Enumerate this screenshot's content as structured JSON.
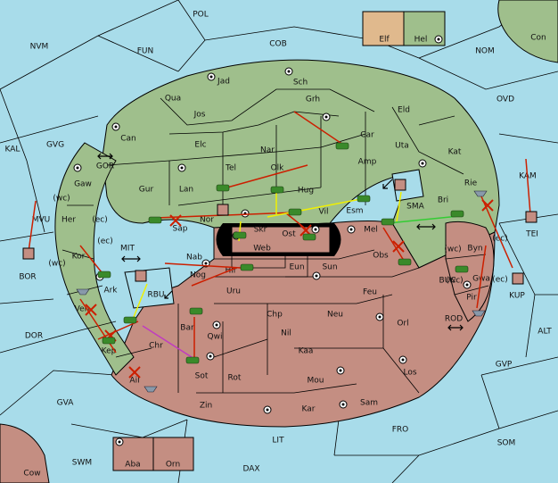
{
  "board": {
    "colors": {
      "sea": "#a8dcea",
      "elf": "#e0b98d",
      "hel": "#9fbf8c",
      "lowland": "#c48e82",
      "border": "#000000",
      "order_move": "#cc1f00",
      "order_support": "#f0f000",
      "order_convoy": "#c03cc0",
      "order_alt": "#33cc33"
    },
    "legend": [
      {
        "label": "Elf",
        "color": "#e0b98d"
      },
      {
        "label": "Hel",
        "color": "#9fbf8c"
      }
    ],
    "sea_labels": [
      "POL",
      "NVM",
      "FUN",
      "COB",
      "NOM",
      "Con",
      "OVD",
      "KAL",
      "GVG",
      "KAM",
      "MVU",
      "BOR",
      "TEI",
      "KUP",
      "BUC",
      "ALT",
      "DOR",
      "ROD",
      "GVP",
      "GVA",
      "LIT",
      "FRO",
      "SOM",
      "SWM",
      "DAX",
      "Cow",
      "MIT",
      "RBU",
      "GOR",
      "SMA"
    ],
    "hel_labels": [
      "Jad",
      "Sch",
      "Qua",
      "Grh",
      "Jos",
      "Eld",
      "Can",
      "Elc",
      "Car",
      "Nar",
      "Uta",
      "Amp",
      "Kat",
      "Tel",
      "Olk",
      "Gur",
      "Lan",
      "Hug",
      "Rie",
      "Gaw",
      "Bri",
      "Vil",
      "Esm",
      "Nor",
      "Her",
      "Sap",
      "Kor",
      "Ark",
      "Ven",
      "Chr",
      "Kep",
      "Mel"
    ],
    "elf_labels": [
      "Skr",
      "Web",
      "Ost",
      "Nab",
      "Eun",
      "Sun",
      "Obs",
      "Byn",
      "Gwa",
      "Pir",
      "Nog",
      "Hir",
      "Uru",
      "Feu",
      "Chp",
      "Neu",
      "Orl",
      "Bar",
      "Qwi",
      "Nil",
      "Kaa",
      "Sot",
      "Rot",
      "Mou",
      "Los",
      "Ail",
      "Zin",
      "Kar",
      "Sam",
      "Aba",
      "Orn"
    ],
    "coast_labels": [
      "(wc)",
      "(ec)",
      "(ec)",
      "(wc)",
      "(wc)",
      "(ec)",
      "(wc)",
      "(ec)"
    ]
  }
}
